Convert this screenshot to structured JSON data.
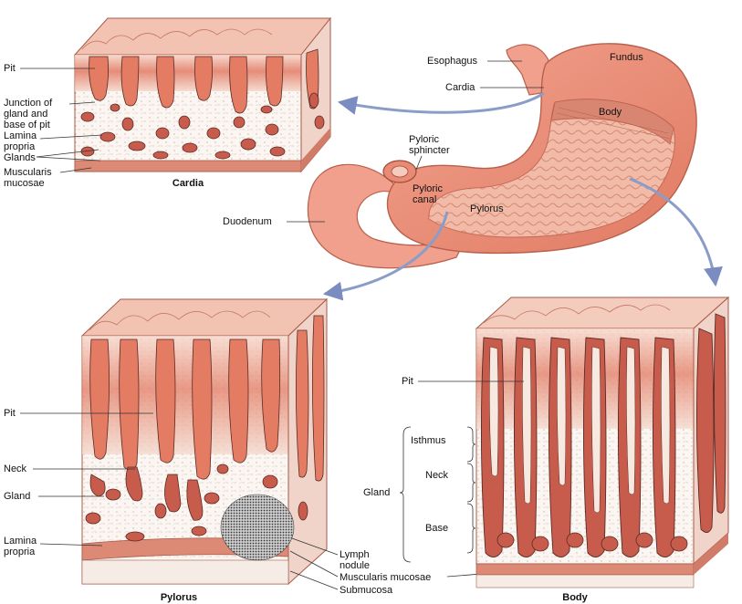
{
  "stomach": {
    "esophagus": "Esophagus",
    "fundus": "Fundus",
    "cardia": "Cardia",
    "body": "Body",
    "pyloric_sphincter": [
      "Pyloric",
      "sphincter"
    ],
    "pyloric_canal": [
      "Pyloric",
      "canal"
    ],
    "pylorus": "Pylorus",
    "duodenum": "Duodenum"
  },
  "cardia_panel": {
    "caption": "Cardia",
    "pit": "Pit",
    "junction": [
      "Junction of",
      "gland and",
      "base of pit"
    ],
    "lamina_propria": [
      "Lamina",
      "propria"
    ],
    "glands": "Glands",
    "muscularis_mucosae": [
      "Muscularis",
      "mucosae"
    ]
  },
  "pylorus_panel": {
    "caption": "Pylorus",
    "pit": "Pit",
    "neck": "Neck",
    "gland": "Gland",
    "lamina_propria": [
      "Lamina",
      "propria"
    ]
  },
  "shared_labels": {
    "lymph_nodule": [
      "Lymph",
      "nodule"
    ],
    "muscularis_mucosae": "Muscularis mucosae",
    "submucosa": "Submucosa"
  },
  "body_panel": {
    "caption": "Body",
    "pit": "Pit",
    "isthmus": "Isthmus",
    "neck": "Neck",
    "base": "Base",
    "gland": "Gland"
  },
  "colors": {
    "tissue": "#e88870",
    "tissue_dark": "#c8604c",
    "mucosa_light": "#f6d4c8",
    "lamina": "#fbf6f0",
    "gland_outline": "#5a2a24",
    "arrow": "#8a9cc8"
  }
}
